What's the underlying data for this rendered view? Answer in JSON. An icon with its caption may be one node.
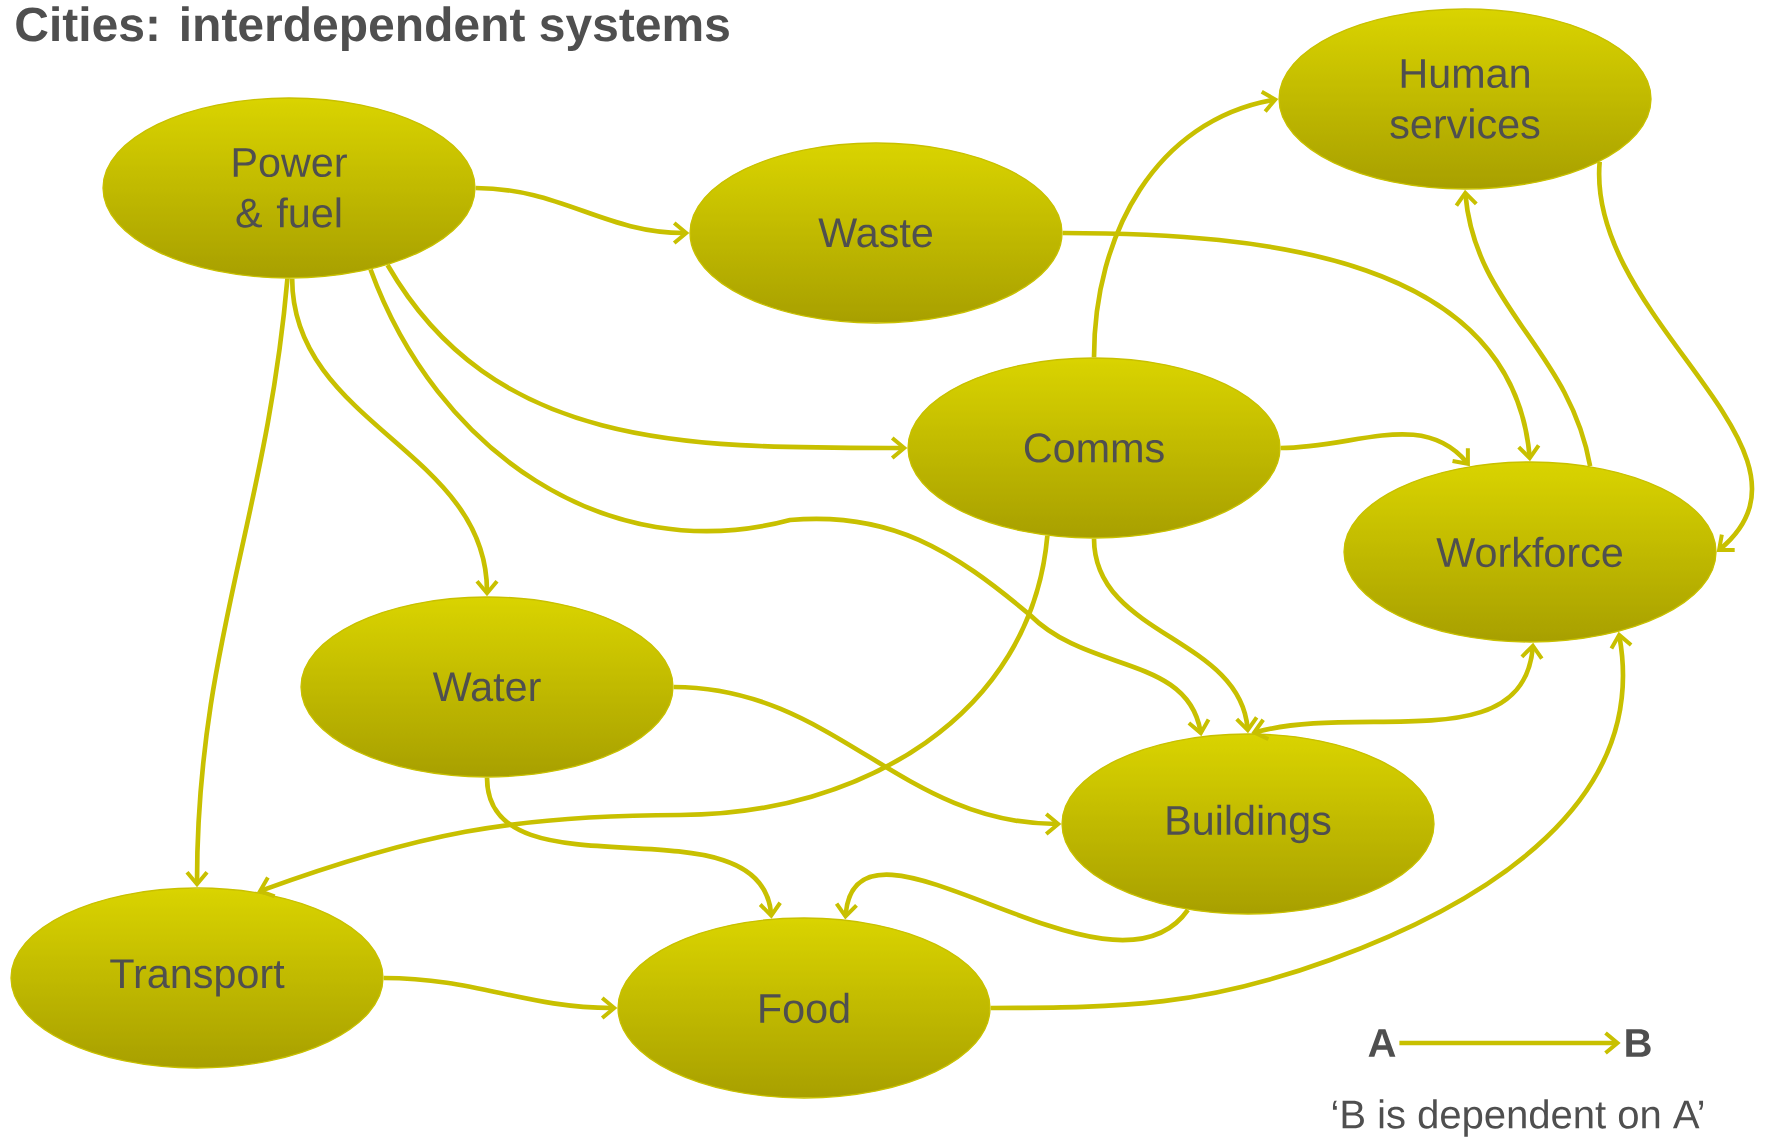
{
  "diagram": {
    "title": "Cities: interdependent systems",
    "nodes": [
      {
        "text": [
          "Power & fuel"
        ]
      },
      {
        "text": [
          "Waste"
        ]
      },
      {
        "text": [
          "Human services"
        ]
      },
      {
        "text": [
          "Comms"
        ]
      },
      {
        "text": [
          "Workforce"
        ]
      },
      {
        "text": [
          "Water"
        ]
      },
      {
        "text": [
          "Buildings"
        ]
      },
      {
        "text": [
          "Transport"
        ]
      },
      {
        "text": [
          "Food"
        ]
      },
      {
        "text": [
          "A"
        ]
      },
      {
        "text": [
          "B"
        ]
      }
    ],
    "edges": [
      {
        "from": 0,
        "to": 1,
        "arrow": "to"
      },
      {
        "from": 0,
        "to": 3,
        "arrow": "to"
      },
      {
        "from": 0,
        "to": 6,
        "arrow": "to"
      },
      {
        "from": 0,
        "to": 5,
        "arrow": "to"
      },
      {
        "from": 0,
        "to": 7,
        "arrow": "to"
      },
      {
        "from": 1,
        "to": 4,
        "arrow": "to"
      },
      {
        "from": 3,
        "to": 2,
        "arrow": "to"
      },
      {
        "from": 3,
        "to": 4,
        "arrow": "to"
      },
      {
        "from": 3,
        "to": 6,
        "arrow": "to"
      },
      {
        "from": 3,
        "to": 7,
        "arrow": "to"
      },
      {
        "from": 4,
        "to": 2,
        "arrow": "to"
      },
      {
        "from": 2,
        "to": 4,
        "arrow": "to"
      },
      {
        "from": 4,
        "to": 6,
        "arrow": "both"
      },
      {
        "from": 5,
        "to": 6,
        "arrow": "to"
      },
      {
        "from": 5,
        "to": 8,
        "arrow": "to"
      },
      {
        "from": 6,
        "to": 8,
        "arrow": "to"
      },
      {
        "from": 7,
        "to": 8,
        "arrow": "to"
      },
      {
        "from": 8,
        "to": 4,
        "arrow": "to"
      },
      {
        "from": 9,
        "to": 10,
        "arrow": "to"
      }
    ],
    "labels": [
      "‘B is dependent on A’"
    ]
  }
}
